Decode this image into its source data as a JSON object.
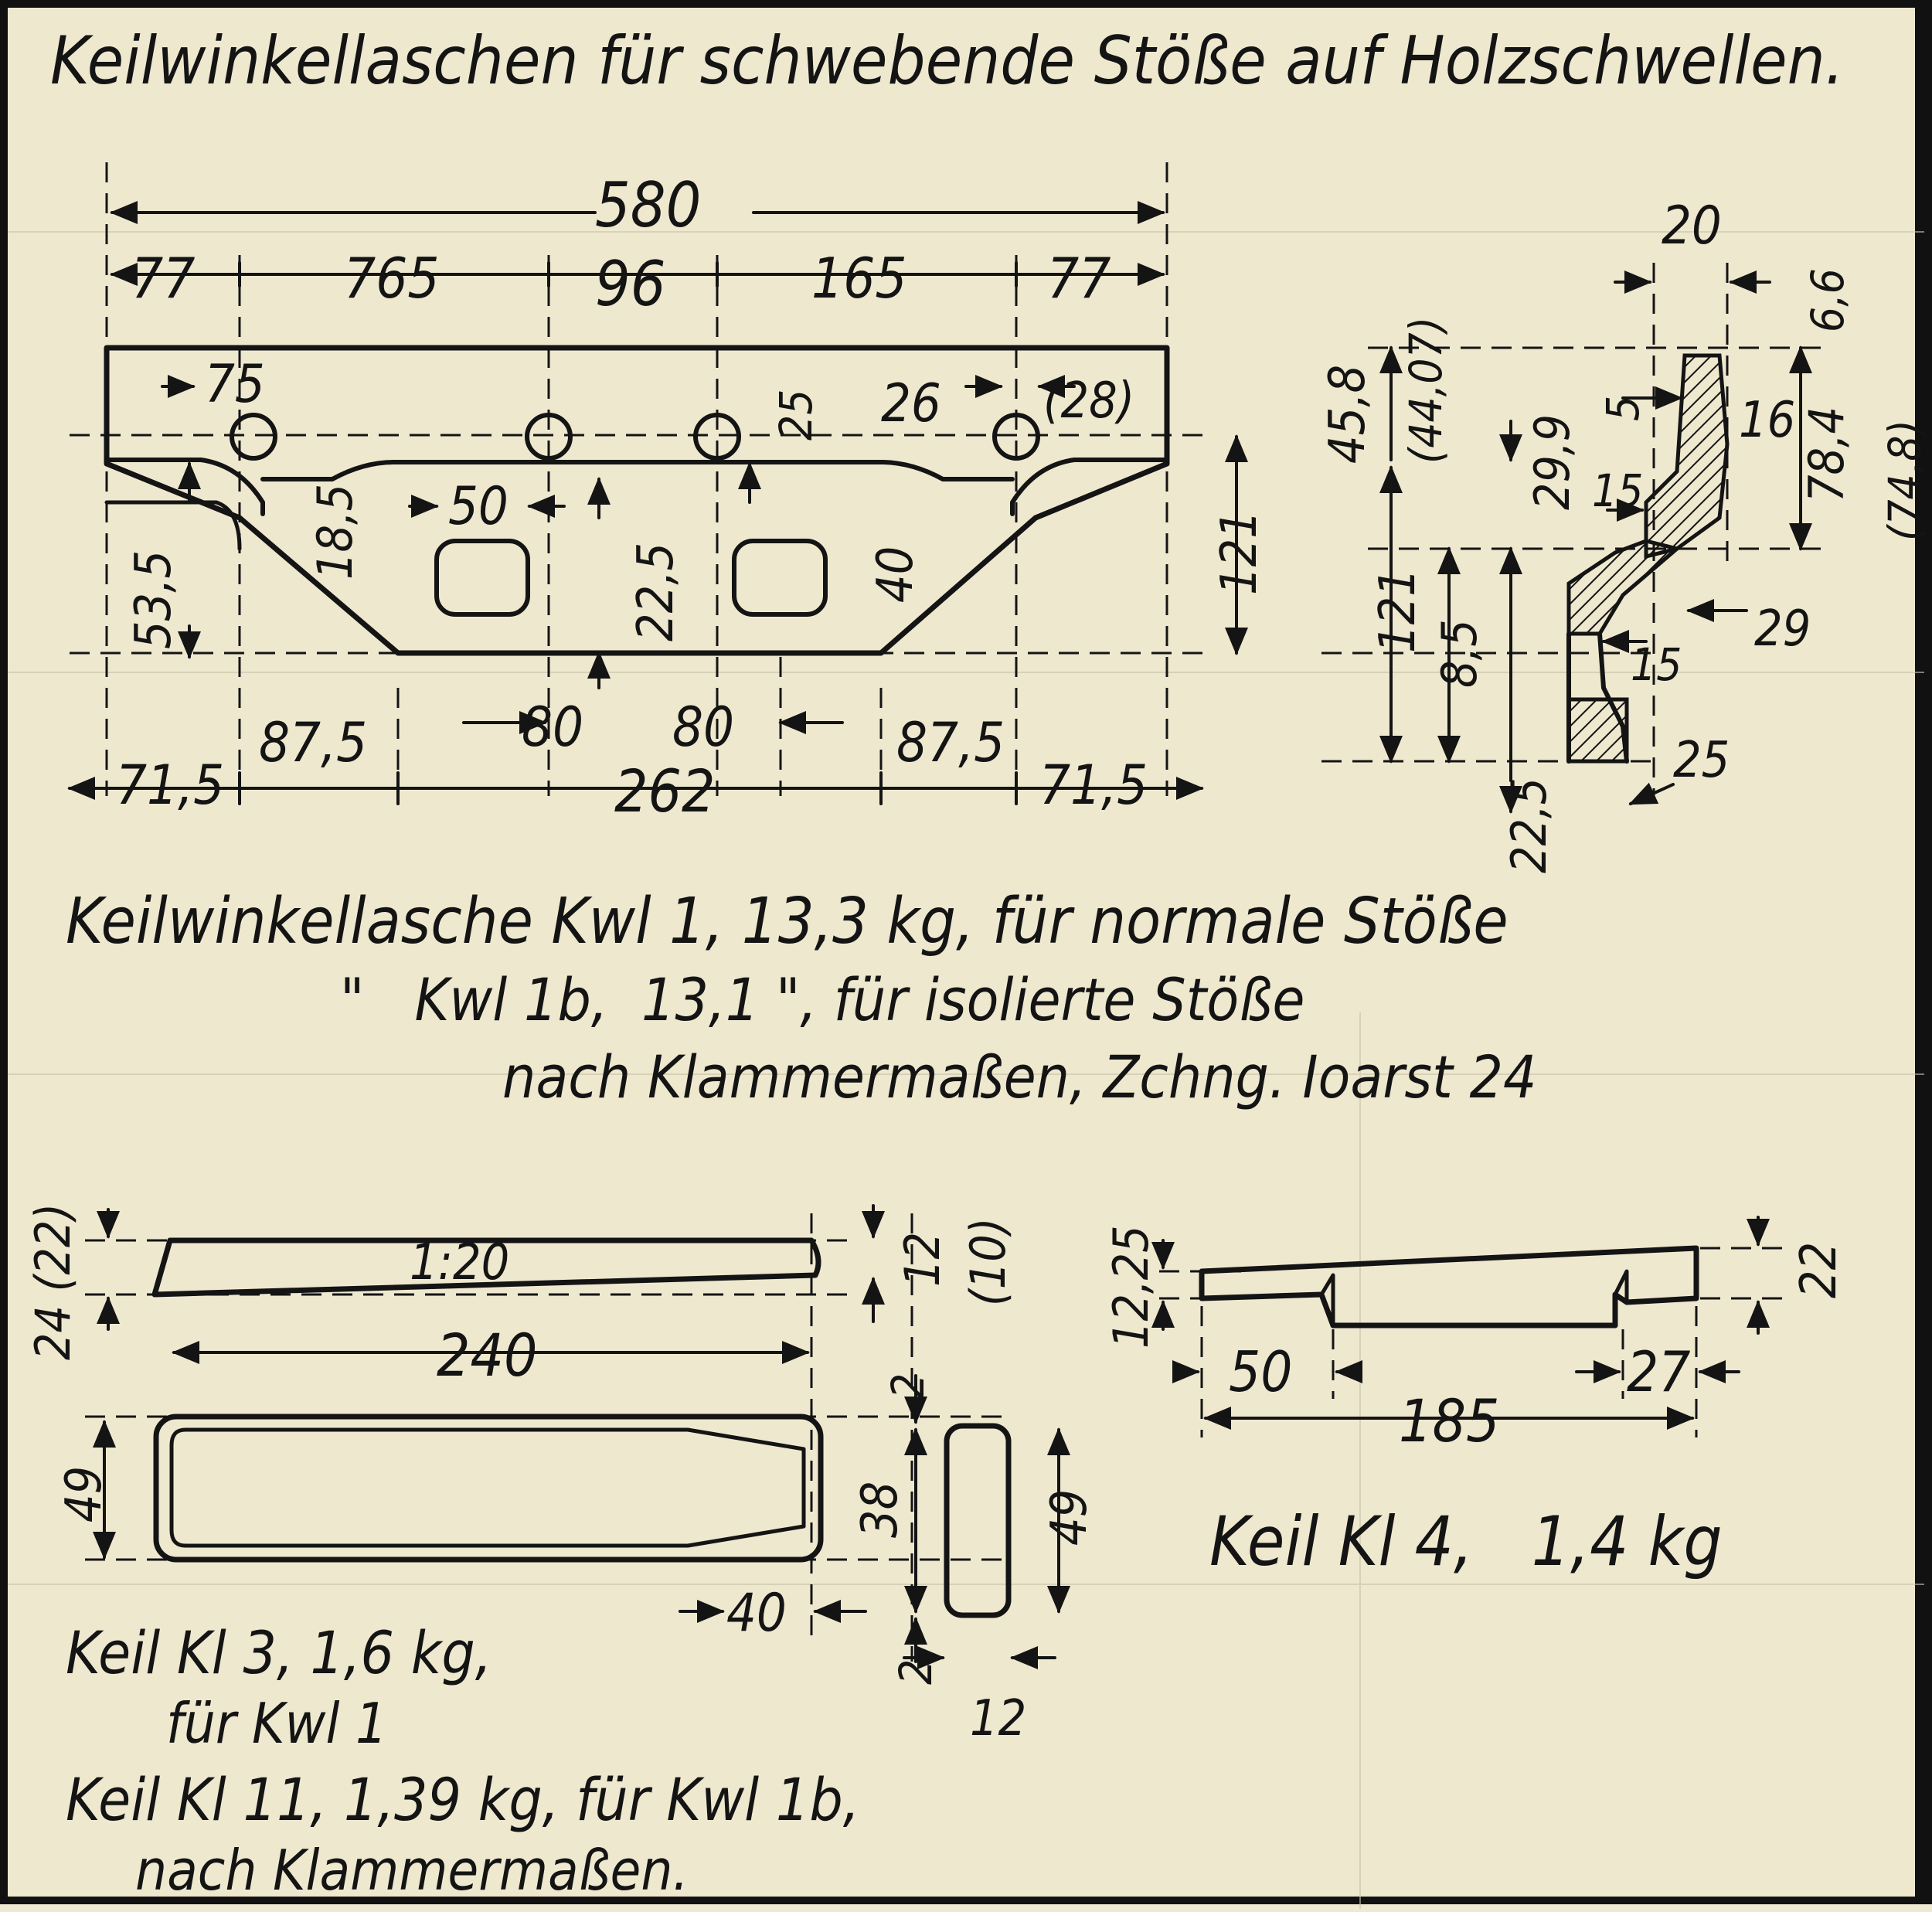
{
  "title": "Keilwinkellaschen für schwebende Stöße auf Holzschwellen.",
  "kwl": {
    "dims": {
      "overall": "580",
      "top": [
        "77",
        "765",
        "96",
        "165",
        "77"
      ],
      "holes": [
        "75",
        "26",
        "(28)"
      ],
      "hole_dia": "25",
      "v": [
        "18,5",
        "53,5",
        "22,5",
        "40"
      ],
      "slot": "50",
      "bottom": [
        "71,5",
        "87,5",
        "80",
        "80",
        "87,5",
        "71,5"
      ],
      "bottom_total": "262",
      "height": "121"
    },
    "section": {
      "dims": [
        "20",
        "6,6",
        "45,8",
        "(44,07)",
        "5",
        "16",
        "29,9",
        "15",
        "78,4",
        "(74,8)",
        "121",
        "8,5",
        "29",
        "15",
        "22,5",
        "25"
      ]
    },
    "caption": [
      "Keilwinkellasche Kwl 1,  13,3 kg, für normale Stöße",
      "\"   Kwl 1b,  13,1 \", für isolierte Stöße",
      "nach Klammermaßen, Zchng. Ioarst 24"
    ]
  },
  "kl3": {
    "dims": {
      "slope": "1:20",
      "length": "240",
      "height_left": "24 (22)",
      "height_right": "12",
      "height_right_alt": "(10)",
      "width": "49",
      "tip": "40",
      "gap_top": "2",
      "inner": "38",
      "end_height": "49",
      "gap_bottom": "2",
      "end_width": "12"
    },
    "caption": [
      "Keil Kl 3,  1,6 kg,",
      "für Kwl 1",
      "Keil Kl 11,  1,39 kg, für Kwl 1b,",
      "nach Klammermaßen."
    ]
  },
  "kl4": {
    "dims": {
      "left_height": "12,25",
      "right_height": "22",
      "left": "50",
      "right": "27",
      "length": "185"
    },
    "caption": "Keil Kl 4,   1,4 kg"
  }
}
